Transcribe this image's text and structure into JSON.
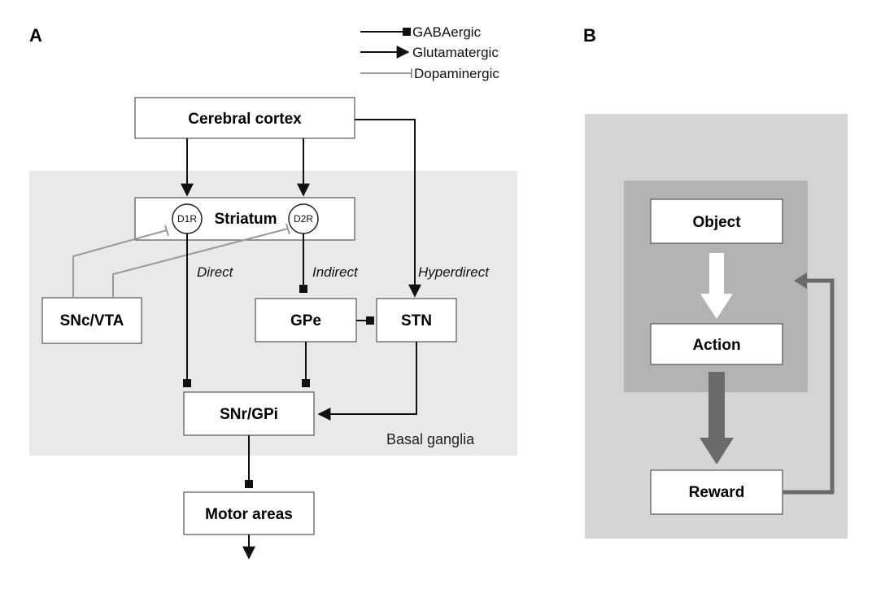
{
  "panel_a": {
    "letter": "A",
    "region_label": "Basal ganglia",
    "legend": {
      "gabaergic": "GABAergic",
      "glutamatergic": "Glutamatergic",
      "dopaminergic": "Dopaminergic"
    },
    "nodes": {
      "cortex": "Cerebral cortex",
      "striatum": "Striatum",
      "d1r": "D1R",
      "d2r": "D2R",
      "snc_vta": "SNc/VTA",
      "gpe": "GPe",
      "stn": "STN",
      "snr_gpi": "SNr/GPi",
      "motor": "Motor areas"
    },
    "pathway_labels": {
      "direct": "Direct",
      "indirect": "Indirect",
      "hyperdirect": "Hyperdirect"
    }
  },
  "panel_b": {
    "letter": "B",
    "nodes": {
      "object": "Object",
      "action": "Action",
      "reward": "Reward"
    }
  },
  "colors": {
    "background_region": "#e9e9e9",
    "panel_b_outer": "#d5d5d5",
    "panel_b_inner": "#b3b3b3",
    "line_black": "#111111",
    "line_dopamine": "#9a9a9a",
    "arrow_dark_grey": "#6b6b6b",
    "arrow_white": "#ffffff"
  }
}
